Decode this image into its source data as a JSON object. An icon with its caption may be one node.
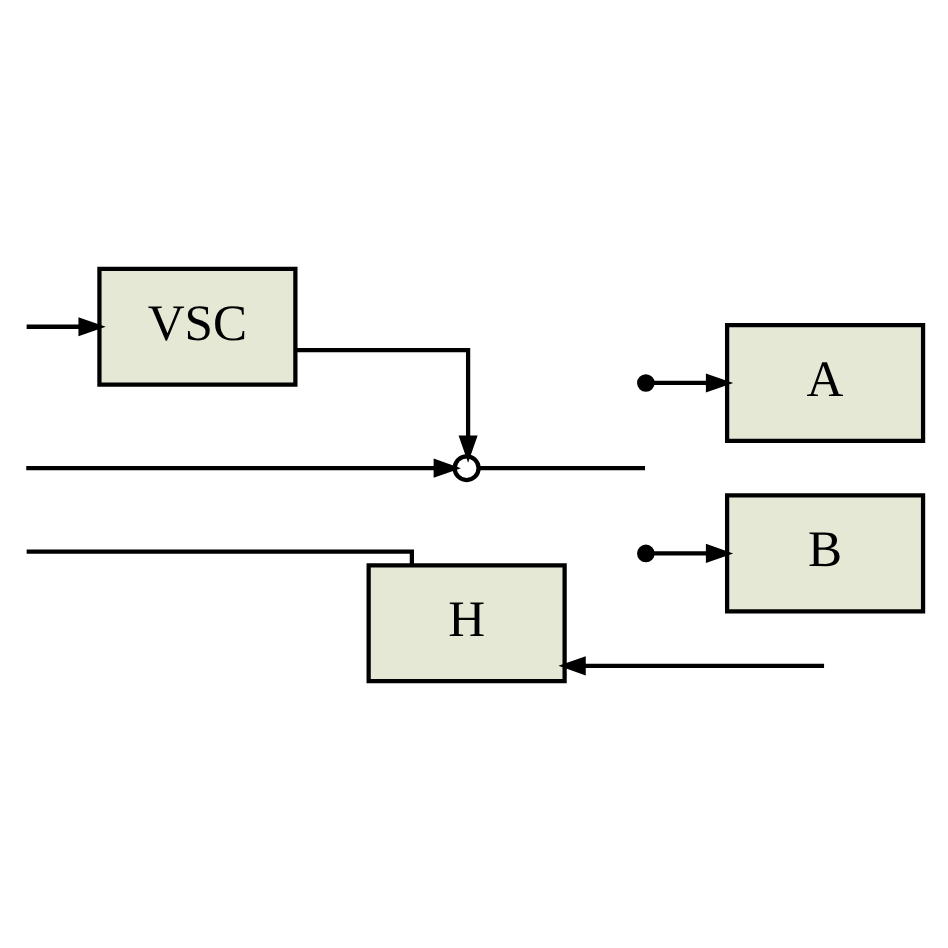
{
  "diagram": {
    "nodes": [
      {
        "text": [
          "VSC"
        ]
      },
      {
        "text": [
          "A"
        ]
      },
      {
        "text": [
          "B"
        ]
      },
      {
        "text": [
          "H"
        ]
      },
      {
        "text": [],
        "shape": "circle"
      },
      {
        "text": [],
        "shape": "dot"
      },
      {
        "text": [],
        "shape": "dot"
      }
    ],
    "edges": [
      {
        "from": null,
        "to": 0,
        "arrow": "to"
      },
      {
        "from": 0,
        "to": 4,
        "arrow": "to"
      },
      {
        "from": null,
        "to": 4,
        "arrow": "to"
      },
      {
        "from": 4,
        "to": null,
        "arrow": "none"
      },
      {
        "from": 5,
        "to": 1,
        "arrow": "to"
      },
      {
        "from": 6,
        "to": 2,
        "arrow": "to"
      },
      {
        "from": 3,
        "to": null,
        "arrow": "none"
      },
      {
        "from": null,
        "to": 3,
        "arrow": "to"
      }
    ]
  }
}
